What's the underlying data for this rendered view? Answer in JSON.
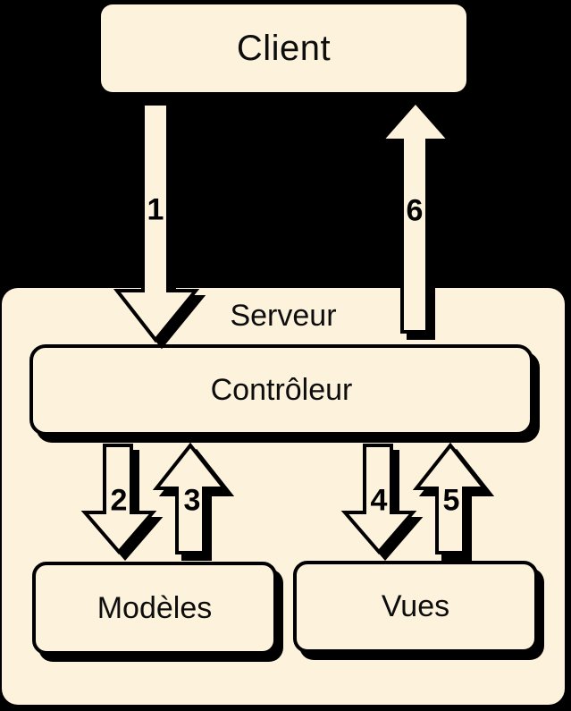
{
  "diagram": {
    "colors": {
      "background": "#000000",
      "box_fill": "#FDF2DC",
      "line": "#000000",
      "text": "#0d0d0d"
    },
    "nodes": {
      "client": {
        "label": "Client"
      },
      "server": {
        "label": "Serveur"
      },
      "controller": {
        "label": "Contrôleur"
      },
      "models": {
        "label": "Modèles"
      },
      "views": {
        "label": "Vues"
      }
    },
    "arrows": [
      {
        "label": "1",
        "direction": "down",
        "from": "client",
        "to": "controller"
      },
      {
        "label": "2",
        "direction": "down",
        "from": "controller",
        "to": "models"
      },
      {
        "label": "3",
        "direction": "up",
        "from": "models",
        "to": "controller"
      },
      {
        "label": "4",
        "direction": "down",
        "from": "controller",
        "to": "views"
      },
      {
        "label": "5",
        "direction": "up",
        "from": "views",
        "to": "controller"
      },
      {
        "label": "6",
        "direction": "up",
        "from": "controller",
        "to": "client"
      }
    ]
  }
}
